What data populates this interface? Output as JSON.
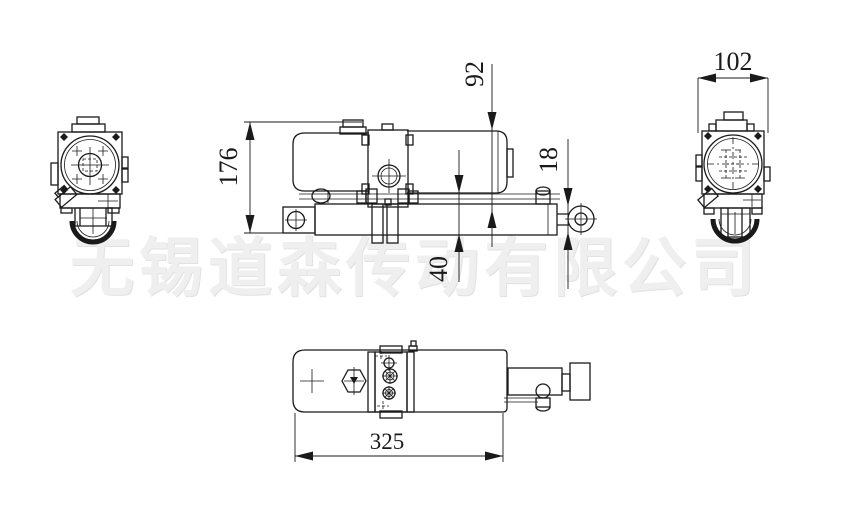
{
  "watermark": {
    "text": "无锡道森传动有限公司"
  },
  "dimensions": {
    "overall_height": "176",
    "top_to_rod_axis": "92",
    "rod_end_width": "18",
    "axis_to_base": "40",
    "body_width": "102",
    "overall_length": "325"
  },
  "colors": {
    "line": "#1a1a1a",
    "watermark": "#efefef",
    "background": "#ffffff"
  }
}
